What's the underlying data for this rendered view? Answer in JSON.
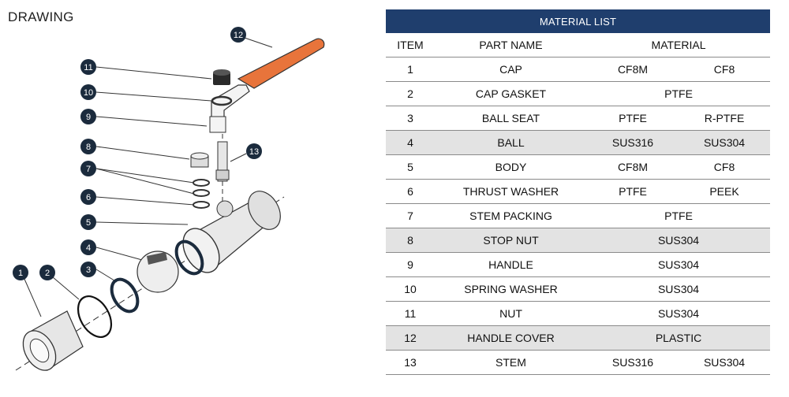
{
  "drawing": {
    "title": "DRAWING",
    "callouts": [
      "1",
      "2",
      "3",
      "4",
      "5",
      "6",
      "7",
      "8",
      "9",
      "10",
      "11",
      "12",
      "13"
    ]
  },
  "colors": {
    "header_bg": "#1f3e6d",
    "handle_cover": "#e8743b",
    "callout_bg": "#1b2b3d",
    "shaded_row": "#e3e3e3"
  },
  "table": {
    "title": "MATERIAL LIST",
    "headers": {
      "item": "ITEM",
      "part_name": "PART NAME",
      "material": "MATERIAL"
    },
    "rows": [
      {
        "item": "1",
        "name": "CAP",
        "m1": "CF8M",
        "m2": "CF8",
        "span": false,
        "shaded": false
      },
      {
        "item": "2",
        "name": "CAP GASKET",
        "m1": "PTFE",
        "m2": "",
        "span": true,
        "shaded": false
      },
      {
        "item": "3",
        "name": "BALL SEAT",
        "m1": "PTFE",
        "m2": "R-PTFE",
        "span": false,
        "shaded": false
      },
      {
        "item": "4",
        "name": "BALL",
        "m1": "SUS316",
        "m2": "SUS304",
        "span": false,
        "shaded": true
      },
      {
        "item": "5",
        "name": "BODY",
        "m1": "CF8M",
        "m2": "CF8",
        "span": false,
        "shaded": false
      },
      {
        "item": "6",
        "name": "THRUST WASHER",
        "m1": "PTFE",
        "m2": "PEEK",
        "span": false,
        "shaded": false
      },
      {
        "item": "7",
        "name": "STEM PACKING",
        "m1": "PTFE",
        "m2": "",
        "span": true,
        "shaded": false
      },
      {
        "item": "8",
        "name": "STOP NUT",
        "m1": "SUS304",
        "m2": "",
        "span": true,
        "shaded": true
      },
      {
        "item": "9",
        "name": "HANDLE",
        "m1": "SUS304",
        "m2": "",
        "span": true,
        "shaded": false
      },
      {
        "item": "10",
        "name": "SPRING WASHER",
        "m1": "SUS304",
        "m2": "",
        "span": true,
        "shaded": false
      },
      {
        "item": "11",
        "name": "NUT",
        "m1": "SUS304",
        "m2": "",
        "span": true,
        "shaded": false
      },
      {
        "item": "12",
        "name": "HANDLE COVER",
        "m1": "PLASTIC",
        "m2": "",
        "span": true,
        "shaded": true
      },
      {
        "item": "13",
        "name": "STEM",
        "m1": "SUS316",
        "m2": "SUS304",
        "span": false,
        "shaded": false
      }
    ]
  }
}
